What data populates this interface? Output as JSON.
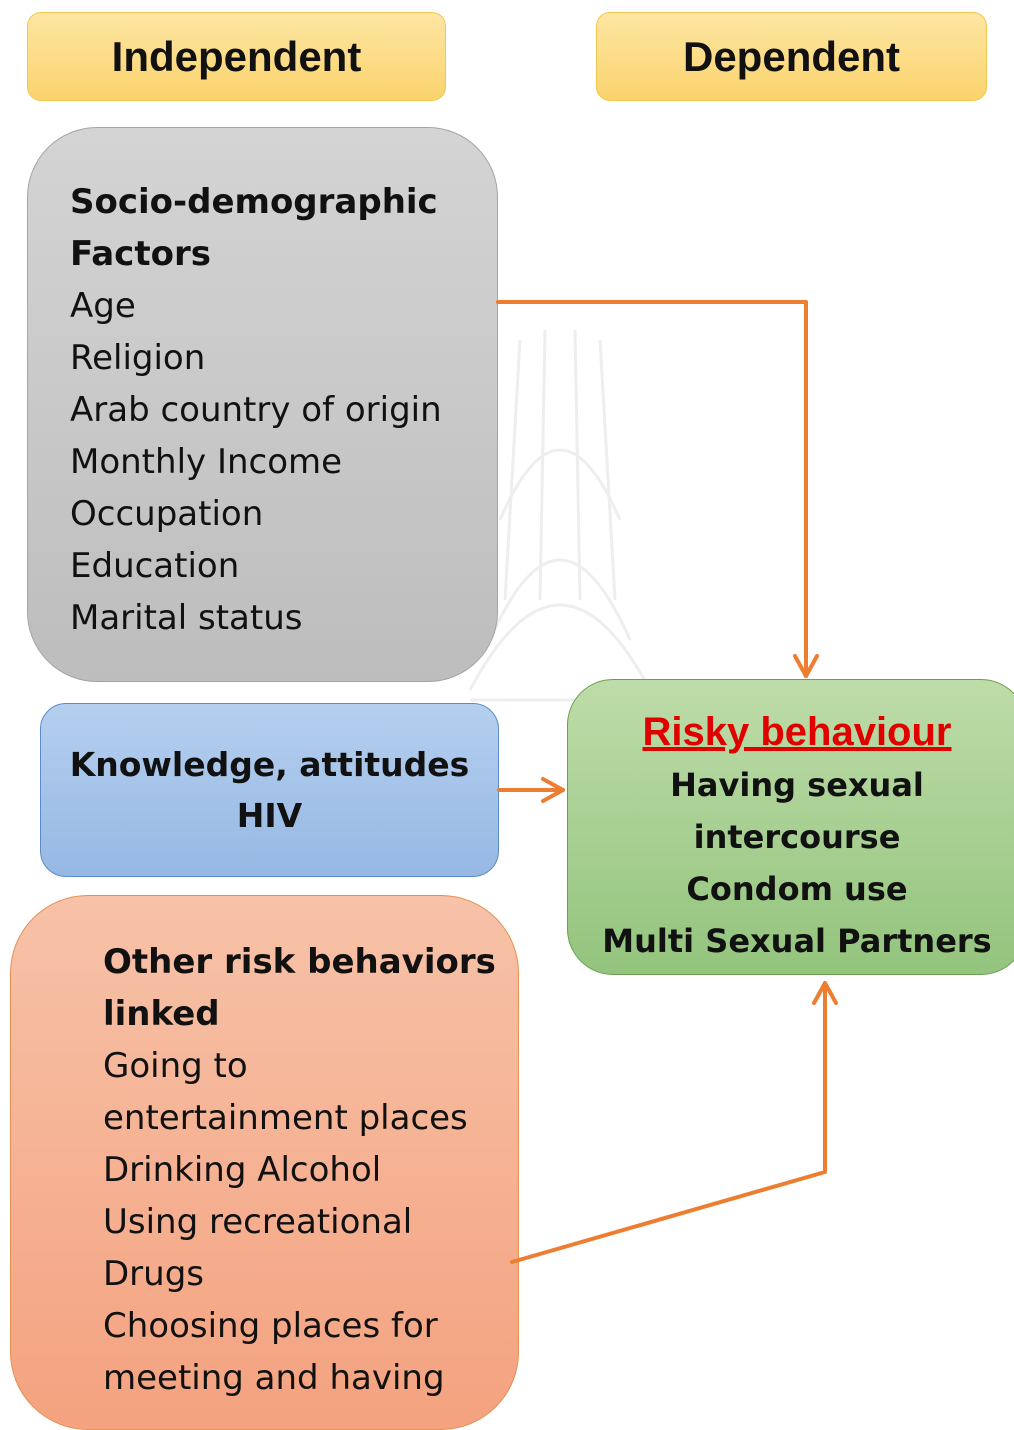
{
  "headers": {
    "independent": "Independent",
    "dependent": "Dependent"
  },
  "socio_box": {
    "title_lines": [
      "Socio-demographic",
      "Factors"
    ],
    "items": [
      "Age",
      "Religion",
      "Arab country of origin",
      "Monthly Income",
      "Occupation",
      "Education",
      "Marital status"
    ]
  },
  "knowledge_box": {
    "lines": [
      "Knowledge, attitudes",
      "HIV"
    ]
  },
  "risk_box": {
    "title": "Risky behaviour",
    "items": [
      "Having sexual",
      "intercourse",
      "Condom use",
      "Multi Sexual Partners"
    ]
  },
  "other_box": {
    "title_lines": [
      "Other risk behaviors",
      "linked"
    ],
    "items": [
      "Going to",
      "entertainment places",
      "Drinking Alcohol",
      "Using recreational",
      "Drugs",
      "Choosing places for",
      "meeting and having"
    ]
  },
  "colors": {
    "header_fill": "#fbd36d",
    "socio_fill": "#c8c8c8",
    "knowledge_fill": "#a4c2ea",
    "risk_fill": "#a8d08d",
    "risk_title": "#e00000",
    "other_fill": "#f5ad8c",
    "arrow": "#ed7d31"
  }
}
